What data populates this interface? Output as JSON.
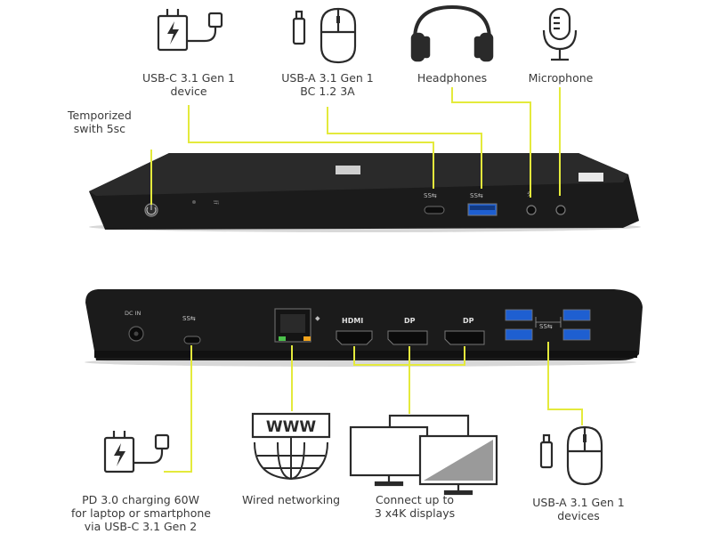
{
  "top_labels": {
    "temporized": [
      "Temporized",
      "swith 5sc"
    ],
    "usbc": [
      "USB-C 3.1 Gen 1",
      "device"
    ],
    "usba": [
      "USB-A 3.1 Gen 1",
      "BC 1.2 3A"
    ],
    "headphones": [
      "Headphones"
    ],
    "microphone": [
      "Microphone"
    ]
  },
  "bottom_labels": {
    "charging": [
      "PD 3.0 charging 60W",
      "for laptop or smartphone",
      "via USB-C 3.1 Gen 2"
    ],
    "networking": [
      "Wired networking"
    ],
    "displays": [
      "Connect up to",
      "3 x4K displays"
    ],
    "usba_devices": [
      "USB-A 3.1 Gen 1",
      "devices"
    ]
  },
  "port_labels": {
    "hdmi": "HDMI",
    "dp1": "DP",
    "dp2": "DP",
    "www": "WWW",
    "dc_in": "DC IN",
    "ss_symbol": "SS⇆"
  },
  "colors": {
    "leader_line": "#e4ea3c",
    "device_body": "#1c1c1c",
    "port_face": "#2b2b2b",
    "icon_stroke": "#2a2a2a",
    "usb_blue": "#1e5fd1",
    "led_green": "#4bc14b",
    "led_amber": "#f2a31c"
  }
}
